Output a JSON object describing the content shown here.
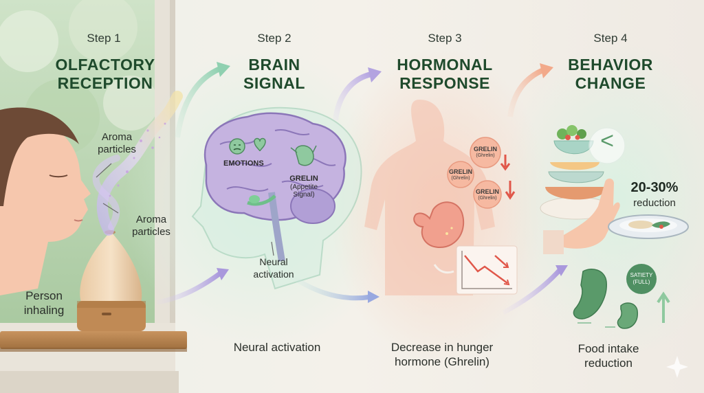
{
  "steps": [
    {
      "label": "Step 1",
      "title_line1": "OLFACTORY",
      "title_line2": "RECEPTION"
    },
    {
      "label": "Step 2",
      "title_line1": "BRAIN",
      "title_line2": "SIGNAL"
    },
    {
      "label": "Step 3",
      "title_line1": "HORMONAL",
      "title_line2": "RESPONSE"
    },
    {
      "label": "Step 4",
      "title_line1": "BEHAVIOR",
      "title_line2": "CHANGE"
    }
  ],
  "step1": {
    "aroma_top_line1": "Aroma",
    "aroma_top_line2": "particles",
    "aroma_mid_line1": "Aroma",
    "aroma_mid_line2": "particles",
    "person_line1": "Person",
    "person_line2": "inhaling"
  },
  "step2": {
    "emotions": "EMOTIONS",
    "grelin": "GRELIN",
    "appetite_line1": "(Appetite",
    "appetite_line2": "Signal)",
    "neural_line1": "Neural",
    "neural_line2": "activation",
    "caption": "Neural activation"
  },
  "step3": {
    "bubble_name": "GRELIN",
    "bubble_sub": "(Ghrelin)",
    "caption_line1": "Decrease in hunger",
    "caption_line2": "hormone (Ghrelin)"
  },
  "step4": {
    "less_than": "<",
    "percent": "20-30%",
    "reduction": "reduction",
    "satiety_line1": "SATIETY",
    "satiety_line2": "(FULL)",
    "caption_line1": "Food intake",
    "caption_line2": "reduction"
  },
  "colors": {
    "title_green": "#1f4a2c",
    "arrow_green": "#8fd0b0",
    "arrow_purple": "#b3a3e0",
    "arrow_orange": "#f2a98a",
    "brain_purple": "#b7a3d6",
    "stomach_green": "#5a9a6a",
    "down_arrow_red": "#e0574a"
  }
}
